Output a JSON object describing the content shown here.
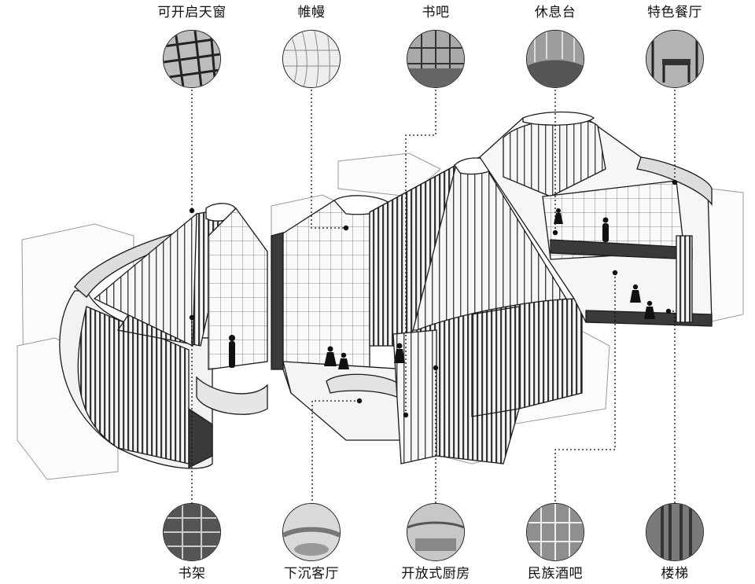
{
  "top_callouts": [
    {
      "label": "可开启天窗",
      "icon": "skylight-photo-icon"
    },
    {
      "label": "帷幔",
      "icon": "curtain-photo-icon"
    },
    {
      "label": "书吧",
      "icon": "book-bar-photo-icon"
    },
    {
      "label": "休息台",
      "icon": "rest-platform-photo-icon"
    },
    {
      "label": "特色餐厅",
      "icon": "restaurant-photo-icon"
    }
  ],
  "bottom_callouts": [
    {
      "label": "书架",
      "icon": "bookshelf-photo-icon"
    },
    {
      "label": "下沉客厅",
      "icon": "sunken-lounge-photo-icon"
    },
    {
      "label": "开放式厨房",
      "icon": "open-kitchen-photo-icon"
    },
    {
      "label": "民族酒吧",
      "icon": "ethnic-bar-photo-icon"
    },
    {
      "label": "楼梯",
      "icon": "staircase-photo-icon"
    }
  ],
  "colors": {
    "line": "#1a1a1a",
    "fill_light": "#f4f4f4",
    "fill_dark": "#3a3a3a",
    "thumb_bg": "#cfcfcf"
  }
}
